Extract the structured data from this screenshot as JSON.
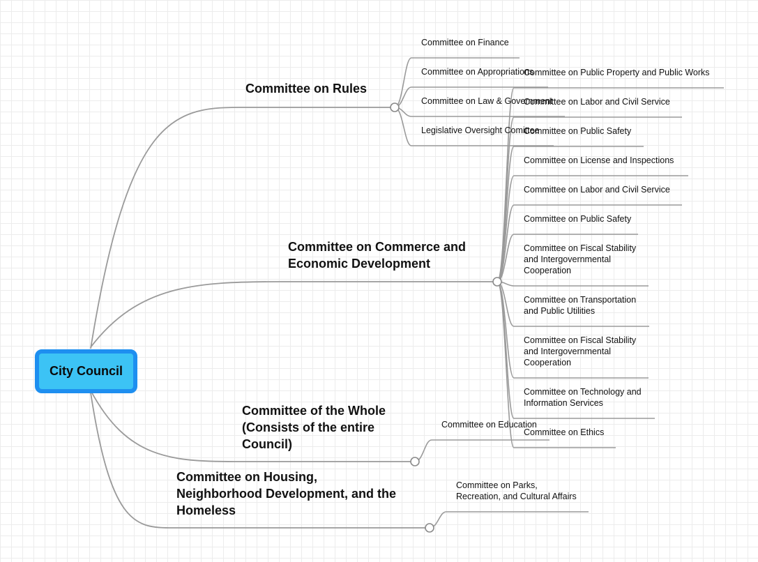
{
  "root": {
    "label": "City Council",
    "colors": {
      "fill": "#3cc3f5",
      "border": "#1e8ff0"
    }
  },
  "branches": [
    {
      "label": "Committee on Rules",
      "children": [
        "Committee on Finance",
        "Committee on Appropriations",
        "Committee on Law & Government",
        "Legislative Oversight Comittee"
      ]
    },
    {
      "label": "Committee on Commerce and\nEconomic Development",
      "children": [
        "Committee on Public Property and Public Works",
        "Committee on Labor and Civil Service",
        "Committee on Public Safety",
        "Committee on License and Inspections",
        "Committee on Labor and Civil Service",
        "Committee on Public Safety",
        "Committee on Fiscal Stability\nand Intergovernmental\nCooperation",
        "Committee on Transportation\nand Public Utilities",
        "Committee on Fiscal Stability\nand Intergovernmental\nCooperation",
        "Committee on Technology and\nInformation Services",
        "Committee on Ethics"
      ]
    },
    {
      "label": "Committee of the Whole\n(Consists of the entire\nCouncil)",
      "children": [
        "Committee on Education"
      ]
    },
    {
      "label": "Committee on Housing,\nNeighborhood Development, and the\nHomeless",
      "children": [
        "Committee on Parks,\nRecreation, and Cultural Affairs"
      ]
    }
  ]
}
